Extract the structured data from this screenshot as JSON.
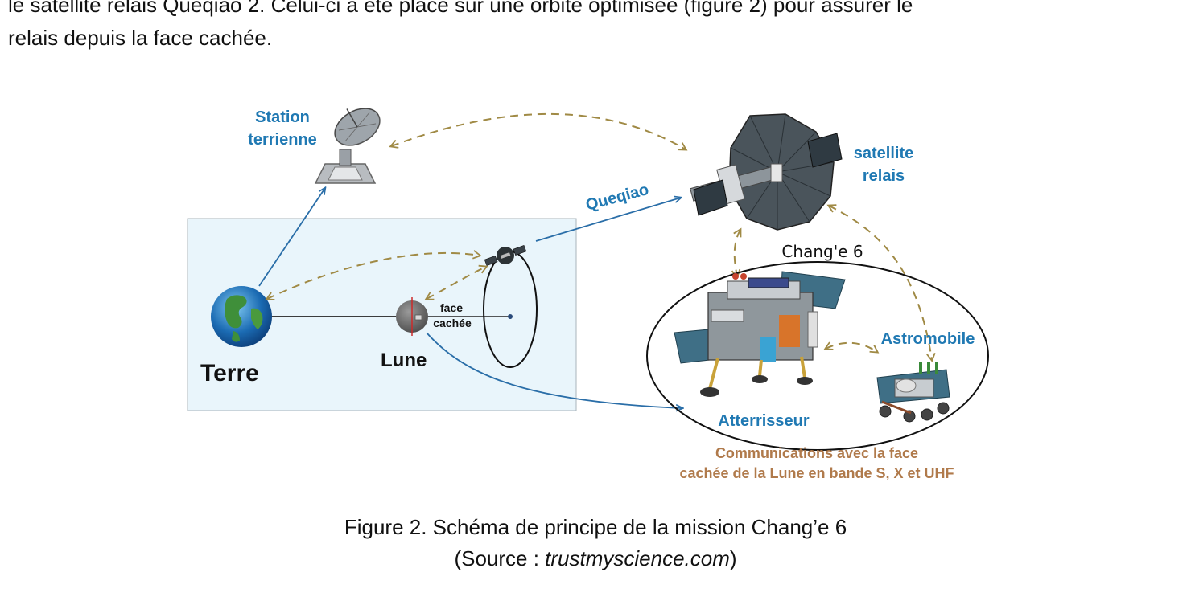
{
  "paragraph": {
    "line1": "le satellite relais Queqiao 2. Celui-ci a été placé sur une orbite optimisée (figure 2) pour assurer le",
    "line2": "relais depuis la face cachée."
  },
  "diagram": {
    "station_line1": "Station",
    "station_line2": "terrienne",
    "satellite_line1": "satellite",
    "satellite_line2": "relais",
    "queqiao": "Queqiao",
    "changE6": "Chang'e 6",
    "face_line1": "face",
    "face_line2": "cachée",
    "terre": "Terre",
    "lune": "Lune",
    "astromobile": "Astromobile",
    "atterrisseur": "Atterrisseur",
    "comm_line1": "Communications avec la face",
    "comm_line2": "cachée de la Lune en  bande S, X et UHF",
    "colors": {
      "blue_label": "#2079b3",
      "tan_label": "#b07a4b",
      "dashed_arrow": "#a08a45",
      "box_bg": "#e9f5fb"
    }
  },
  "caption": {
    "line1": "Figure 2. Schéma de principe de la mission Chang’e 6",
    "source_prefix": "(Source : ",
    "source_site": "trustmyscience.com",
    "source_suffix": ")"
  }
}
